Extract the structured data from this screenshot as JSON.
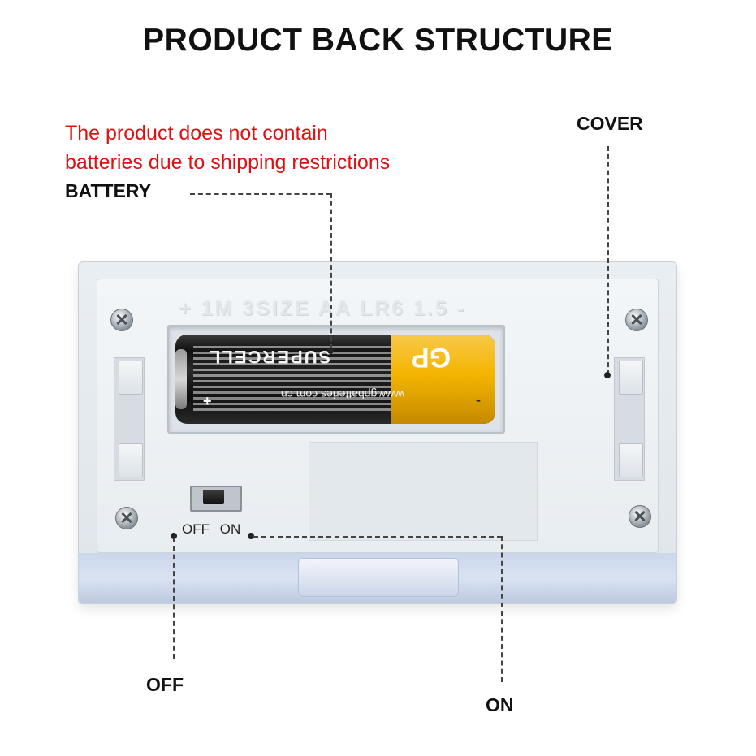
{
  "title": "PRODUCT BACK STRUCTURE",
  "notice": {
    "line1": "The product does not contain",
    "line2": "batteries due to shipping restrictions",
    "color": "#e01010"
  },
  "labels": {
    "battery": "BATTERY",
    "cover": "COVER",
    "off": "OFF",
    "on": "ON"
  },
  "device": {
    "embossed_text": "+ 1M 3SIZE AA LR6 1.5 -",
    "battery_brand": "SUPERCELL",
    "battery_logo": "GP",
    "battery_url": "www.gpbatteries.com.cn",
    "battery_plus": "+",
    "battery_minus": "-",
    "switch_off": "OFF",
    "switch_on": "ON"
  }
}
